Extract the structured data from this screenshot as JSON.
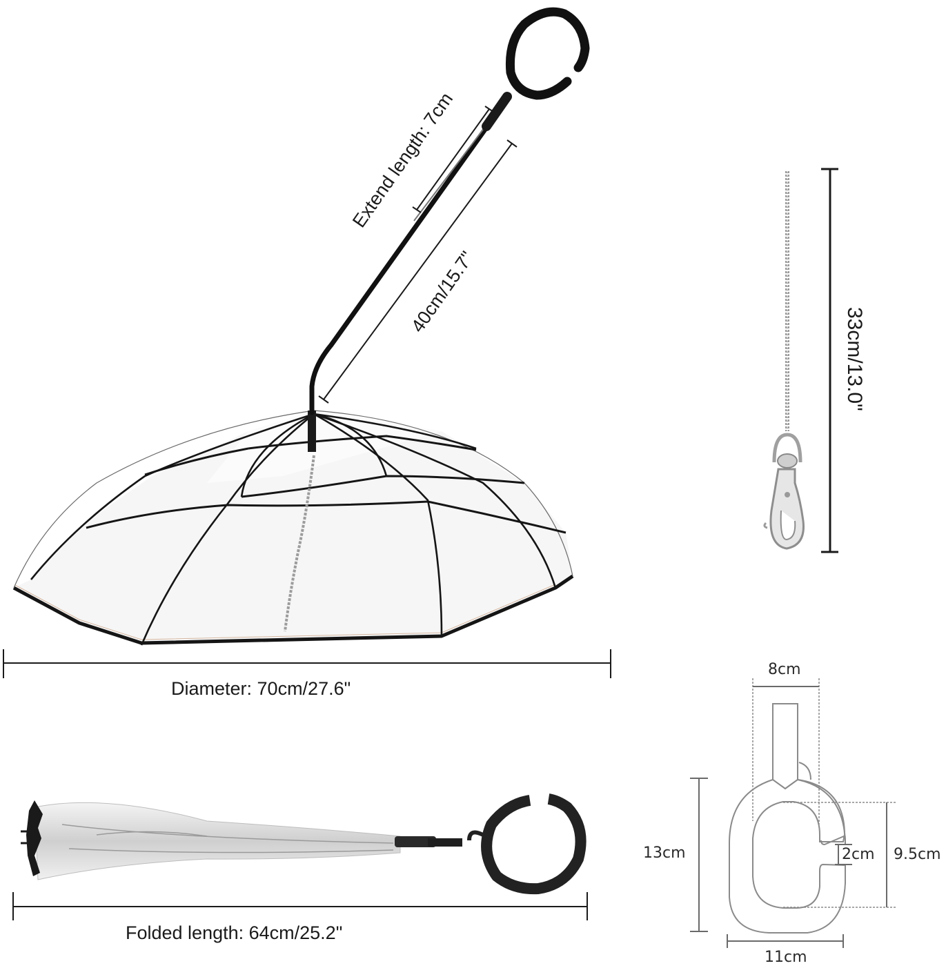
{
  "figure": {
    "title": "Pet umbrella with leash — product dimensions",
    "colors": {
      "frame": "#111111",
      "canopy_fill": "#f7f7f7",
      "canopy_rim": "#1a1a1a",
      "chain": "#a8a8a8",
      "dimension_line": "#1a1a1a",
      "schematic_line": "#8a8a8a",
      "background": "#ffffff"
    }
  },
  "umbrella_open": {
    "diameter_label": "Diameter: 70cm/27.6\"",
    "extend_label": "Extend length: 7cm",
    "shaft_label": "40cm/15.7\""
  },
  "leash_chain": {
    "length_label": "33cm/13.0\""
  },
  "umbrella_folded": {
    "length_label": "Folded length: 64cm/25.2\""
  },
  "handle_schematic": {
    "top_width_label": "8cm",
    "height_label": "13cm",
    "gap_label": "2cm",
    "inner_height_label": "9.5cm",
    "width_label": "11cm"
  }
}
